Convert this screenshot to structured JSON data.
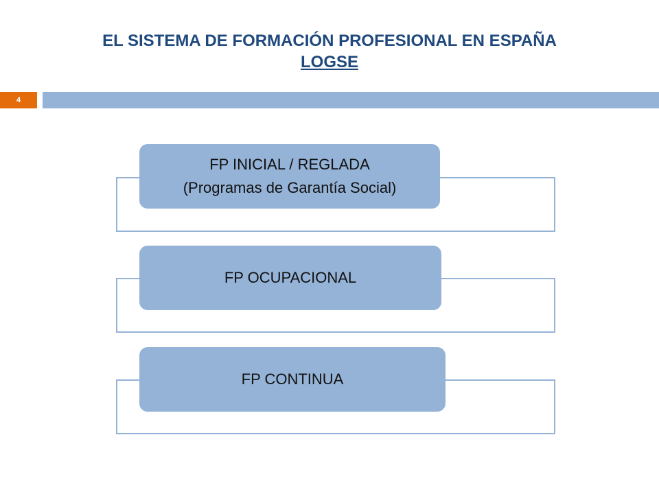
{
  "header": {
    "title": "EL SISTEMA DE FORMACIÓN PROFESIONAL EN ESPAÑA",
    "subtitle": "LOGSE"
  },
  "slide_number": "4",
  "colors": {
    "title": "#1f497d",
    "accent_bar": "#95b3d7",
    "slide_number_bg": "#e46c0a"
  },
  "items": [
    {
      "line1": "FP INICIAL / REGLADA",
      "line2": "(Programas de Garantía Social)"
    },
    {
      "line1": "FP OCUPACIONAL"
    },
    {
      "line1": "FP CONTINUA"
    }
  ]
}
